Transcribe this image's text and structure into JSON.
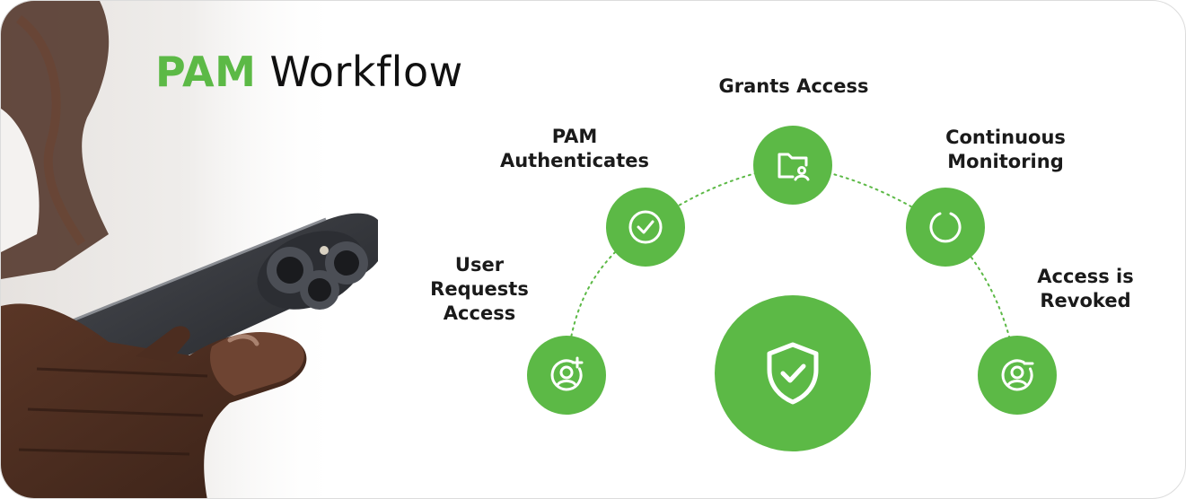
{
  "title": {
    "accent": "PAM",
    "rest": "Workflow"
  },
  "colors": {
    "accent": "#5cb946",
    "text": "#1a1a1a",
    "connector": "#5cb946"
  },
  "steps": [
    {
      "label_lines": [
        "User",
        "Requests",
        "Access"
      ],
      "icon": "user-add-icon"
    },
    {
      "label_lines": [
        "PAM",
        "Authenticates"
      ],
      "icon": "check-circle-icon"
    },
    {
      "label_lines": [
        "Grants Access"
      ],
      "icon": "folder-user-icon"
    },
    {
      "label_lines": [
        "Continuous",
        "Monitoring"
      ],
      "icon": "progress-ring-icon"
    },
    {
      "label_lines": [
        "Access is",
        "Revoked"
      ],
      "icon": "user-remove-icon"
    }
  ],
  "center": {
    "icon": "shield-check-icon"
  },
  "photo": {
    "subject": "hand-holding-phone-photo"
  }
}
